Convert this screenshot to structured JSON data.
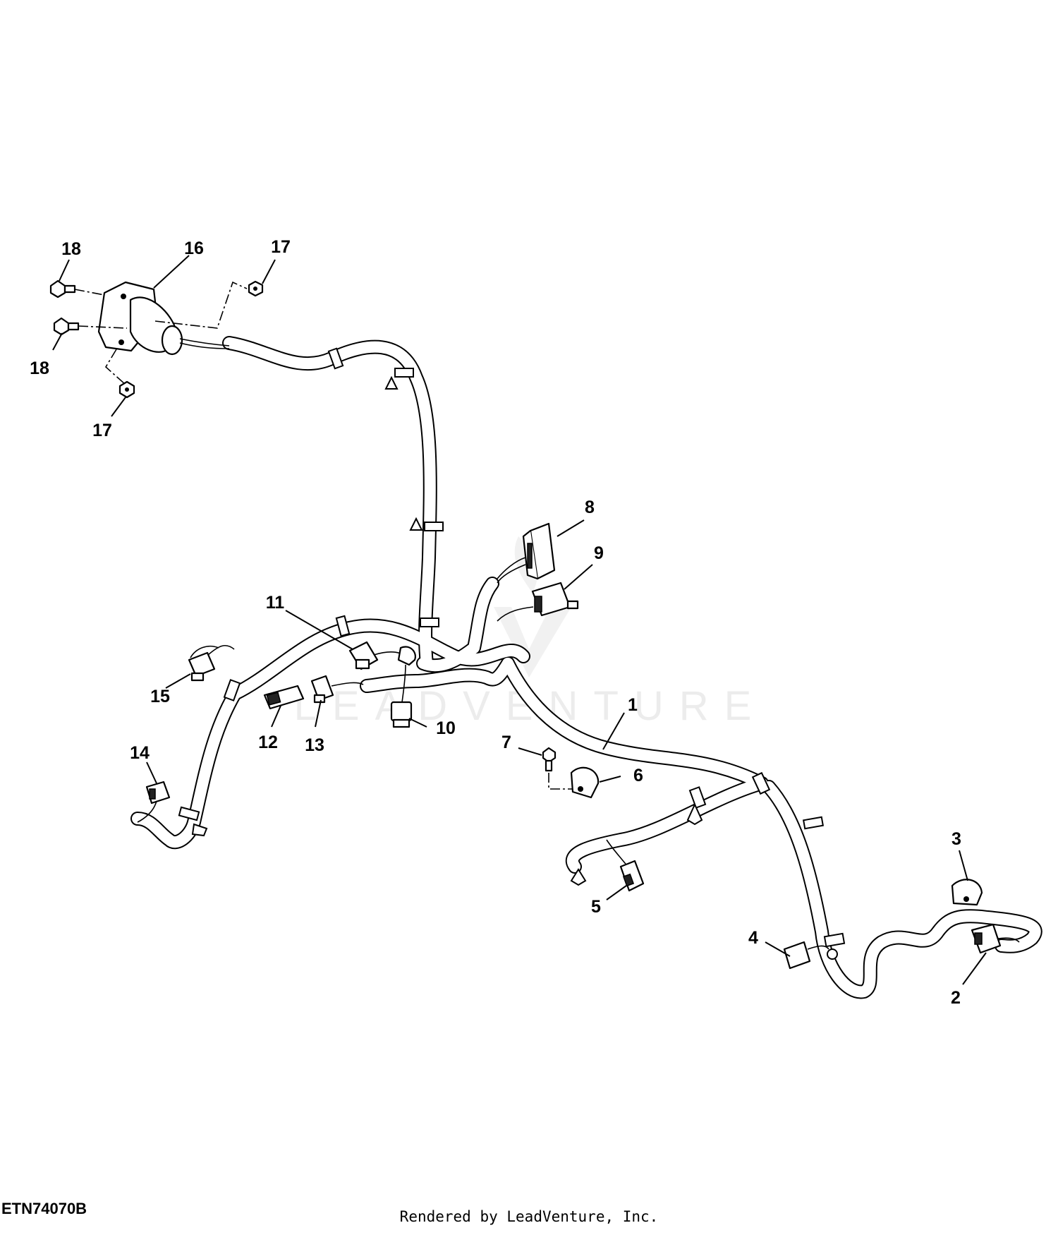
{
  "callouts": {
    "c1": "1",
    "c2": "2",
    "c3": "3",
    "c4": "4",
    "c5": "5",
    "c6": "6",
    "c7": "7",
    "c8": "8",
    "c9": "9",
    "c10": "10",
    "c11": "11",
    "c12": "12",
    "c13": "13",
    "c14": "14",
    "c15": "15",
    "c16": "16",
    "c17a": "17",
    "c17b": "17",
    "c18a": "18",
    "c18b": "18"
  },
  "watermark": "LEADVENTURE",
  "figure_id": "ETN74070B",
  "credit": "Rendered by LeadVenture, Inc."
}
